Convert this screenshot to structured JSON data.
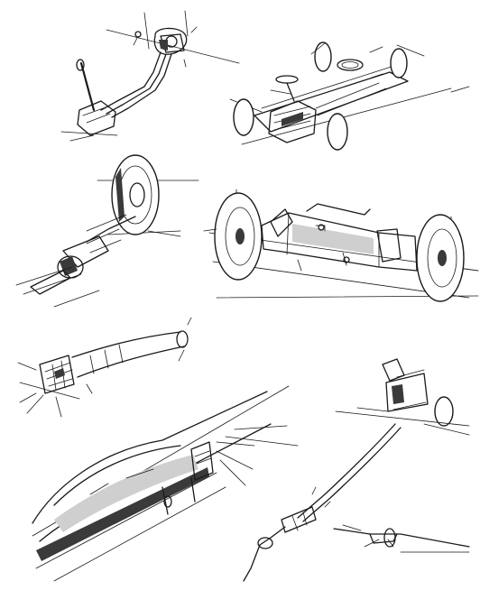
{
  "sheet": {
    "kind": "technical pen sketch",
    "ink_color": "#1a1a1a",
    "paper_color": "#ffffff",
    "text_labels": []
  },
  "figures": [
    {
      "id": "steering-column-shifter",
      "label": ""
    },
    {
      "id": "chassis-overview",
      "label": ""
    },
    {
      "id": "front-wheel-brake-line",
      "label": ""
    },
    {
      "id": "rear-axle-assembly",
      "label": ""
    },
    {
      "id": "air-duct-outlet",
      "label": ""
    },
    {
      "id": "body-sill-section",
      "label": ""
    },
    {
      "id": "exhaust-system",
      "label": ""
    },
    {
      "id": "cable-connector-detail",
      "label": ""
    }
  ]
}
